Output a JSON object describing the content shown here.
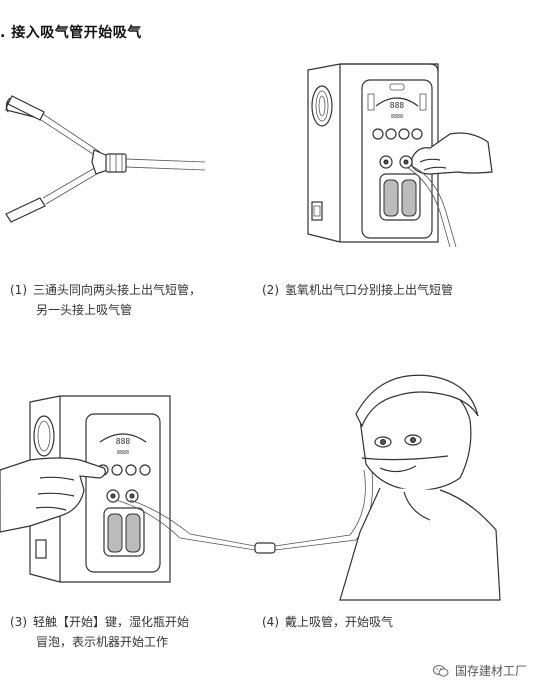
{
  "section": {
    "title": ". 接入吸气管开始吸气"
  },
  "steps": [
    {
      "num": "(1)",
      "line1": "三通头同向两头接上出气短管，",
      "line2": "另一头接上吸气管"
    },
    {
      "num": "(2)",
      "line1": "氢氧机出气口分别接上出气短管",
      "line2": ""
    },
    {
      "num": "(3)",
      "line1": "轻触【开始】键，湿化瓶开始",
      "line2": "冒泡，表示机器开始工作"
    },
    {
      "num": "(4)",
      "line1": "戴上吸管，开始吸气",
      "line2": ""
    }
  ],
  "device": {
    "display_digits": "888",
    "small_digits": "8888"
  },
  "watermark": {
    "text": "国存建材工厂"
  }
}
